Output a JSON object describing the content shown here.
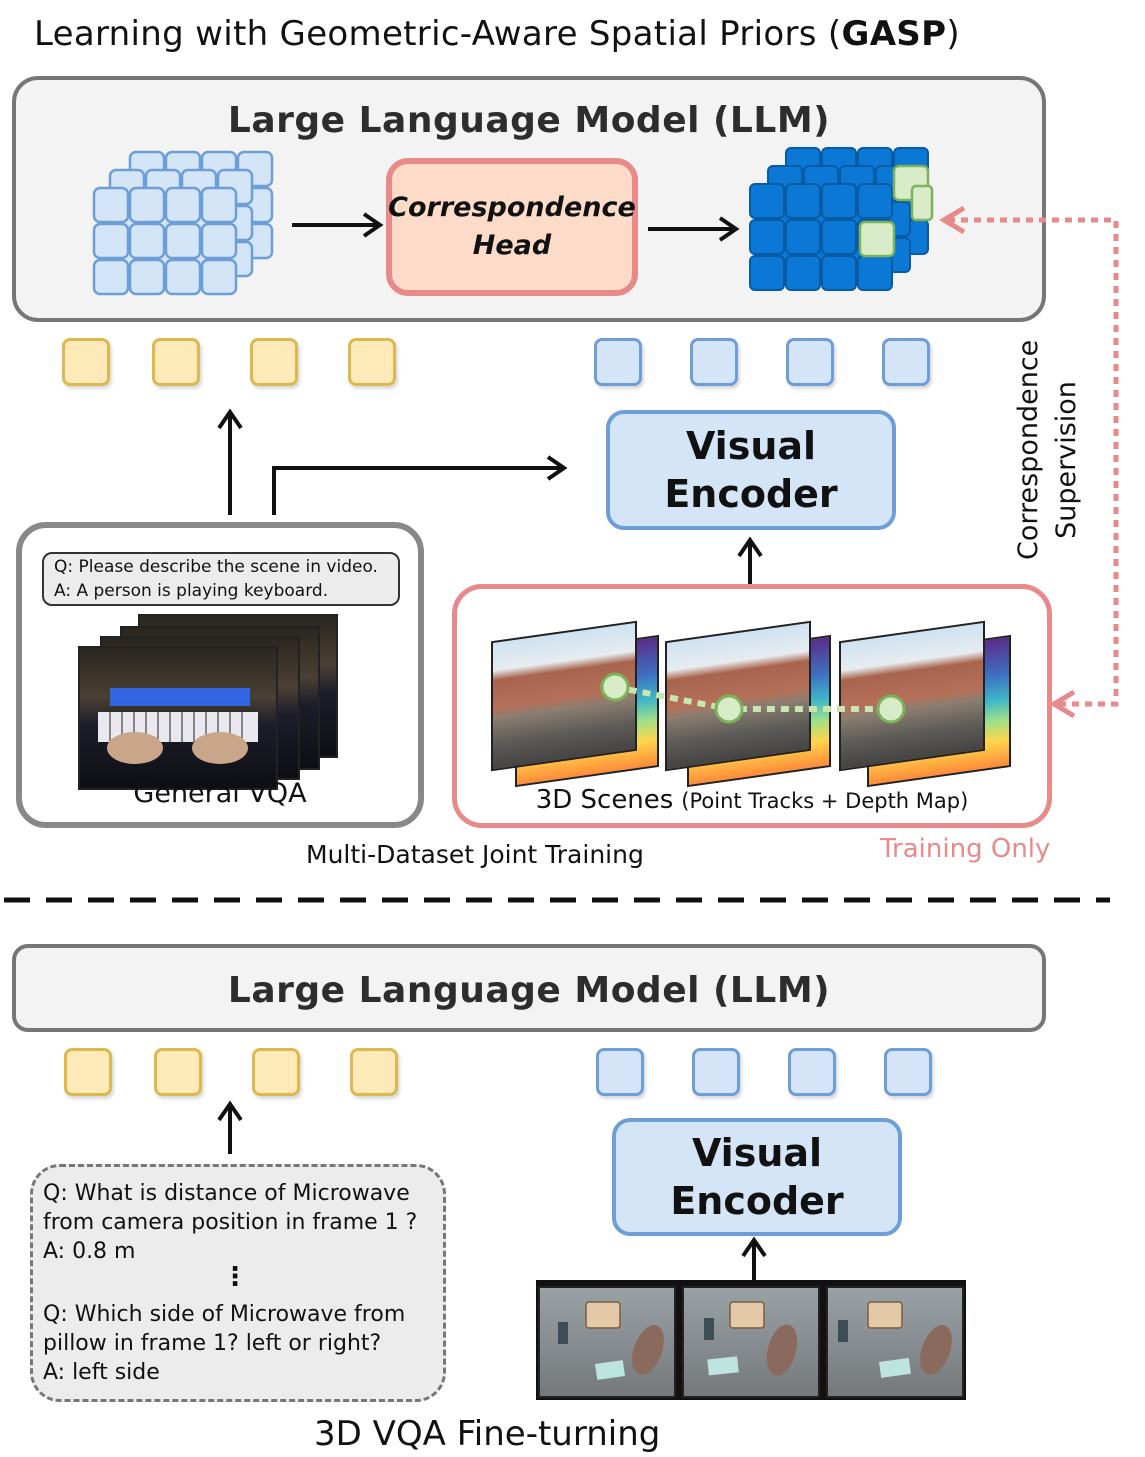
{
  "title": {
    "prefix": "Learning with Geometric-Aware Spatial Priors (",
    "emphasis": "GASP",
    "suffix": ")"
  },
  "top_llm": {
    "label": "Large Language Model (LLM)"
  },
  "correspondence_head": {
    "line1": "Correspondence",
    "line2": "Head"
  },
  "visual_encoder_top": {
    "line1": "Visual",
    "line2": "Encoder"
  },
  "general_vqa": {
    "question": "Q: Please describe the scene in video.",
    "answer": "A: A person is playing keyboard.",
    "label": "General VQA"
  },
  "scenes_3d": {
    "label_main": "3D Scenes",
    "label_detail": "(Point Tracks + Depth Map)"
  },
  "training_only": "Training Only",
  "joint_training": "Multi-Dataset Joint Training",
  "correspondence_supervision": {
    "line1": "Correspondence",
    "line2": "Supervision"
  },
  "bottom_llm": {
    "label": "Large Language Model (LLM)"
  },
  "visual_encoder_bottom": {
    "line1": "Visual",
    "line2": "Encoder"
  },
  "vqa_3d": {
    "q1_line1": "Q: What is distance of Microwave",
    "q1_line2": "from camera position in frame 1 ?",
    "a1": "A: 0.8 m",
    "ellipsis": "⋮",
    "q2_line1": "Q: Which side of Microwave from",
    "q2_line2": "pillow in frame 1? left or right?",
    "a2": "A: left side"
  },
  "fine_tuning": "3D VQA Fine-turning",
  "colors": {
    "text_token": "#fdeab8",
    "visual_token": "#d4e5f8",
    "accent_red": "#e88a8a",
    "deep_blue": "#0a78d4"
  },
  "icons": [
    "text-token-icon",
    "visual-token-icon",
    "feature-grid-icon",
    "arrow-icon"
  ]
}
